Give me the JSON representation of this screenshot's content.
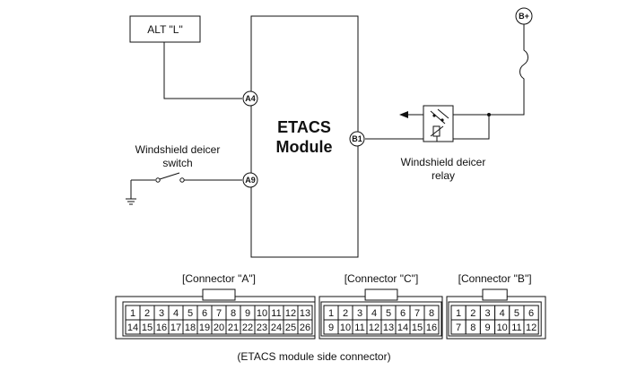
{
  "module": {
    "line1": "ETACS",
    "line2": "Module"
  },
  "alt_label": "ALT \"L\"",
  "pins": {
    "a4": "A4",
    "a9": "A9",
    "b1": "B1",
    "bplus": "B+"
  },
  "switch_label": {
    "line1": "Windshield deicer",
    "line2": "switch"
  },
  "relay_label": {
    "line1": "Windshield deicer",
    "line2": "relay"
  },
  "connectors": [
    {
      "title": "[Connector \"A\"]",
      "row1": [
        "1",
        "2",
        "3",
        "4",
        "5",
        "6",
        "7",
        "8",
        "9",
        "10",
        "11",
        "12",
        "13"
      ],
      "row2": [
        "14",
        "15",
        "16",
        "17",
        "18",
        "19",
        "20",
        "21",
        "22",
        "23",
        "24",
        "25",
        "26"
      ]
    },
    {
      "title": "[Connector \"C\"]",
      "row1": [
        "1",
        "2",
        "3",
        "4",
        "5",
        "6",
        "7",
        "8"
      ],
      "row2": [
        "9",
        "10",
        "11",
        "12",
        "13",
        "14",
        "15",
        "16"
      ]
    },
    {
      "title": "[Connector \"B\"]",
      "row1": [
        "1",
        "2",
        "3",
        "4",
        "5",
        "6"
      ],
      "row2": [
        "7",
        "8",
        "9",
        "10",
        "11",
        "12"
      ]
    }
  ],
  "caption": "(ETACS module side connector)"
}
